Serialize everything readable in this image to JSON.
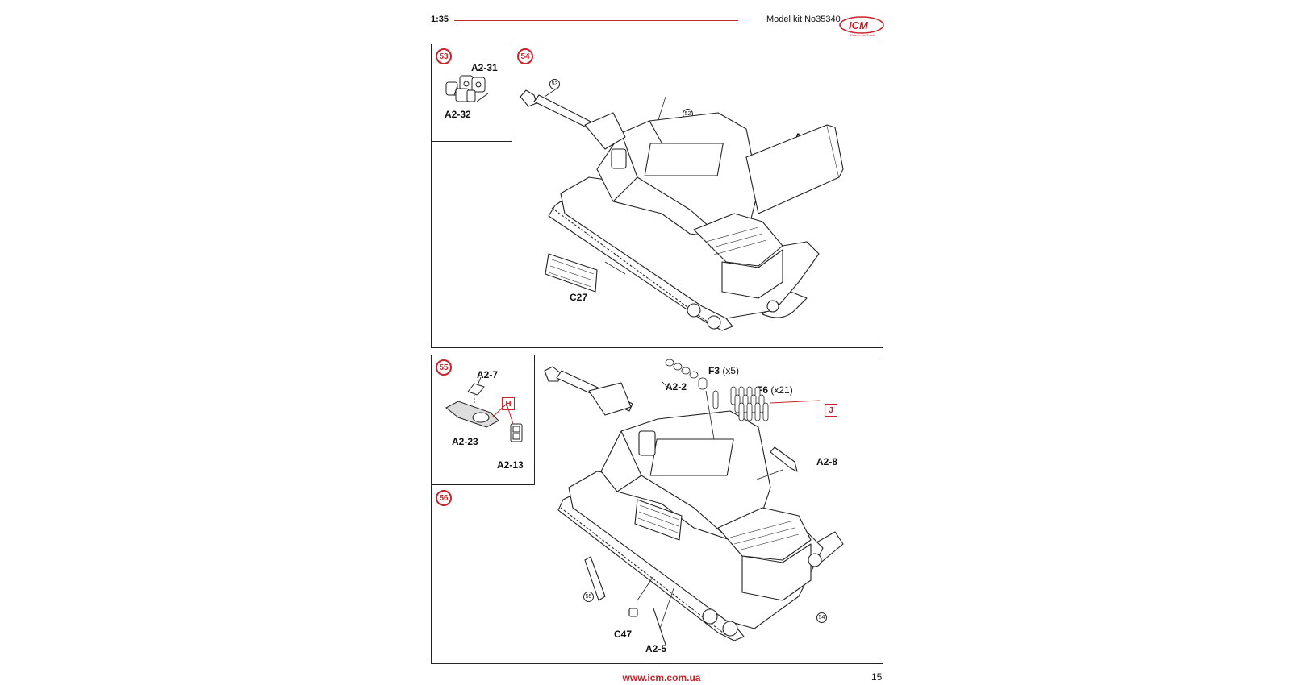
{
  "header": {
    "scale": "1:35",
    "model": "Model kit No35340",
    "logo_text": "ICM",
    "logo_tagline": "Ride in the Track"
  },
  "panel1": {
    "step_a": "53",
    "step_b": "54",
    "labels": {
      "a2_31": "A2-31",
      "a2_32": "A2-32",
      "a1_9": "A1-9",
      "c27": "C27"
    },
    "refs": {
      "r53": "53",
      "r52": "52"
    }
  },
  "panel2": {
    "step_a": "55",
    "step_b": "56",
    "labels": {
      "a2_7": "A2-7",
      "a2_23": "A2-23",
      "a2_13": "A2-13",
      "a2_2": "A2-2",
      "f3": "F3",
      "f3_qty": "(x5)",
      "f6": "F6",
      "f6_qty": "(x21)",
      "a2_8": "A2-8",
      "c47": "C47",
      "a2_5": "A2-5"
    },
    "boxes": {
      "h": "H",
      "j": "J"
    },
    "refs": {
      "r55": "55",
      "r54": "54"
    }
  },
  "footer": {
    "url": "www.icm.com.ua",
    "page_number": "15"
  },
  "colors": {
    "accent": "#c8242b",
    "ink": "#222222"
  }
}
